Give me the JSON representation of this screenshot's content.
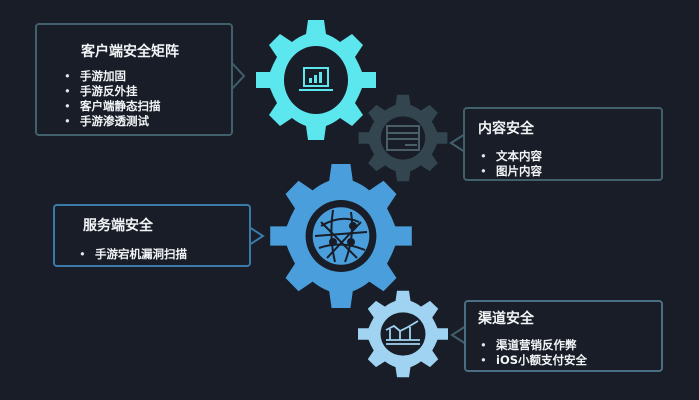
{
  "colors": {
    "background": "#181d28",
    "gear_client": "#5ce6ee",
    "gear_content": "#33464f",
    "gear_server": "#4a9edb",
    "gear_channel": "#9fd3f1",
    "box_border": "#41606b",
    "box_border_server": "#3a7aa8"
  },
  "boxes": {
    "client": {
      "title": "客户端安全矩阵",
      "items": [
        "手游加固",
        "手游反外挂",
        "客户端静态扫描",
        "手游渗透测试"
      ],
      "icon": "laptop-chart-icon"
    },
    "content": {
      "title": "内容安全",
      "items": [
        "文本内容",
        "图片内容"
      ],
      "icon": "document-window-icon"
    },
    "server": {
      "title": "服务端安全",
      "items": [
        "手游宕机漏洞扫描"
      ],
      "icon": "globe-network-icon"
    },
    "channel": {
      "title": "渠道安全",
      "items": [
        "渠道营销反作弊",
        "iOS小额支付安全"
      ],
      "icon": "trend-chart-icon"
    }
  }
}
